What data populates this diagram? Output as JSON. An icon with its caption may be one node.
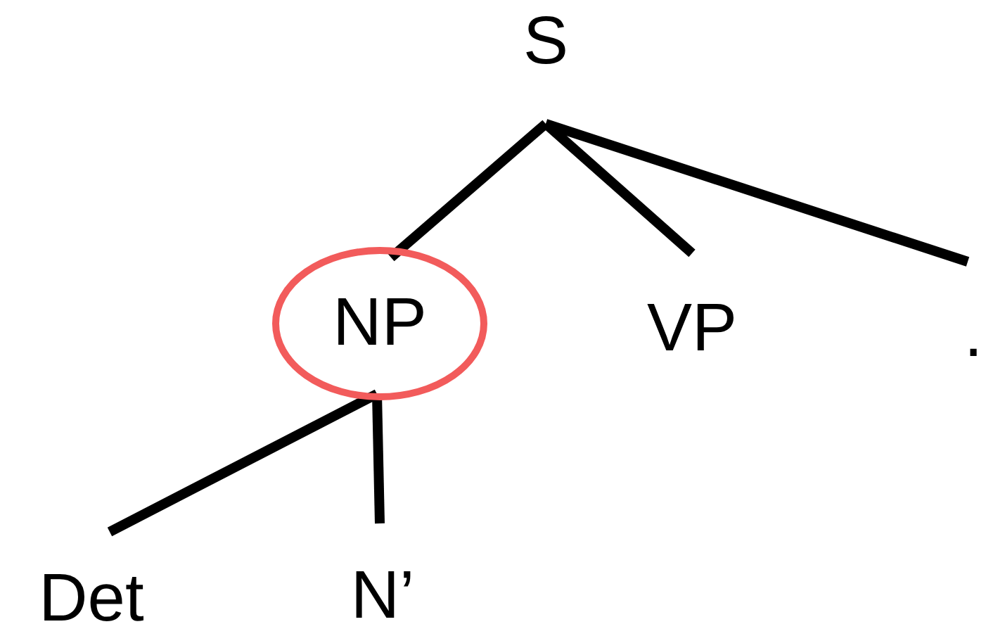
{
  "diagram": {
    "nodes": [
      {
        "text": [
          "S"
        ]
      },
      {
        "text": [
          "NP"
        ]
      },
      {
        "text": [
          "VP"
        ]
      },
      {
        "text": [
          "."
        ]
      },
      {
        "text": [
          "Det"
        ]
      },
      {
        "text": [
          "N’"
        ]
      }
    ],
    "edges": [
      {
        "from": 0,
        "to": 1,
        "arrow": "none"
      },
      {
        "from": 0,
        "to": 2,
        "arrow": "none"
      },
      {
        "from": 0,
        "to": 3,
        "arrow": "none"
      },
      {
        "from": 1,
        "to": 4,
        "arrow": "none"
      },
      {
        "from": 1,
        "to": 5,
        "arrow": "none"
      }
    ]
  }
}
